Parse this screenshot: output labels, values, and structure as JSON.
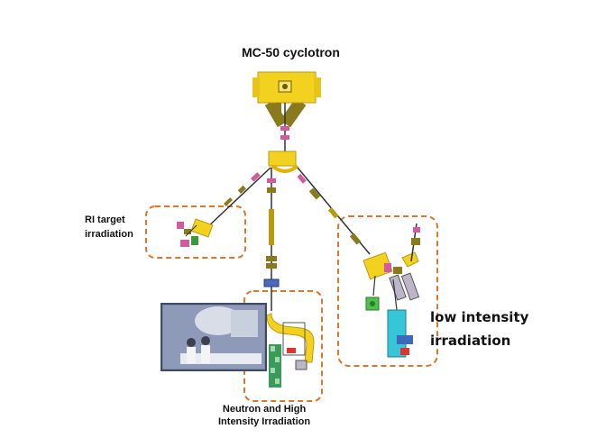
{
  "diagram": {
    "title": "MC-50 cyclotron",
    "regions": {
      "ri_target": {
        "line1": "RI target",
        "line2": "irradiation"
      },
      "low_intensity": {
        "line1": "low intensity",
        "line2": "irradiation"
      },
      "neutron_high": {
        "line1": "Neutron and High",
        "line2": "Intensity Irradiation"
      }
    },
    "colors": {
      "magnet_yellow": "#f2d21f",
      "yoke_olive": "#8a7a1e",
      "dashed_box": "#d9772e",
      "beam_pipe": "#333333",
      "quad_pink": "#d45aa0",
      "target_green": "#3a9a3a",
      "detector_cyan": "#36c6d8"
    }
  }
}
